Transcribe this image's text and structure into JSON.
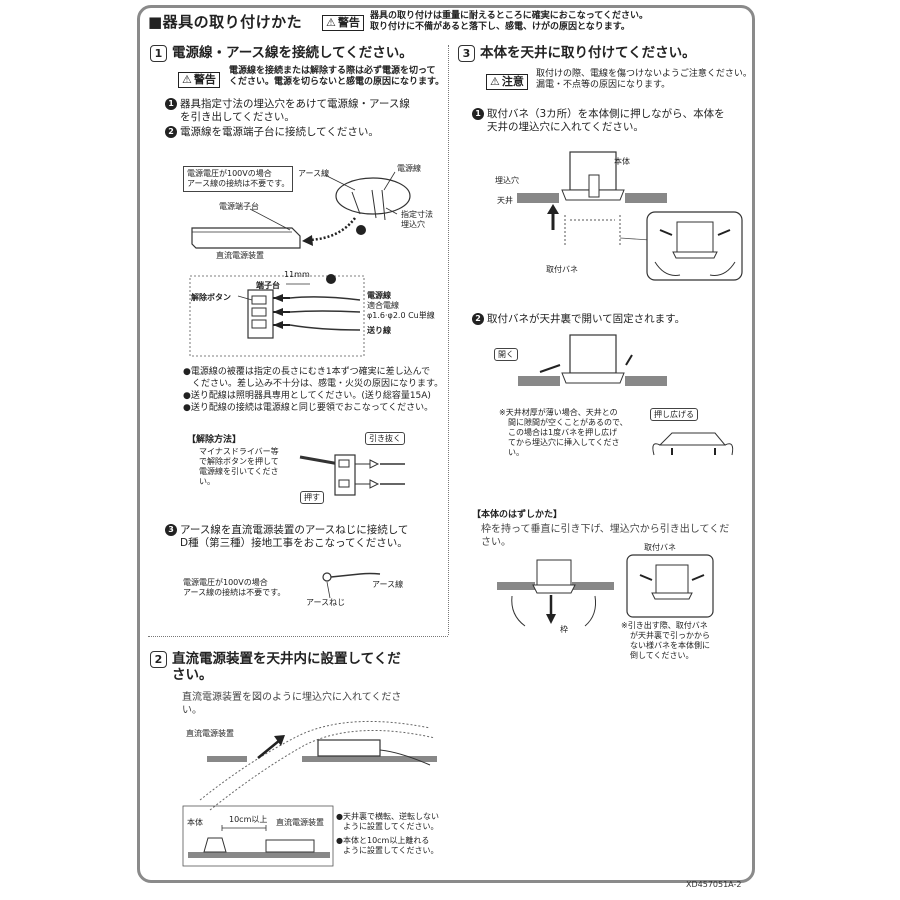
{
  "header": {
    "title": "■器具の取り付けかた",
    "badge": "警告",
    "text_line1": "器具の取り付けは重量に耐えるところに確実におこなってください。",
    "text_line2": "取り付けに不備があると落下し、感電、けがの原因となります。"
  },
  "section1": {
    "num": "1",
    "title": "電源線・アース線を接続してください。",
    "badge": "警告",
    "warn_line1": "電源線を接続または解除する際は必ず電源を切って",
    "warn_line2": "ください。電源を切らないと感電の原因になります。",
    "step1_num": "1",
    "step1_line1": "器具指定寸法の埋込穴をあけて電源線・アース線",
    "step1_line2": "を引き出してください。",
    "step2_num": "2",
    "step2_text": "電源線を電源端子台に接続してください。",
    "note100_line1": "電源電圧が100Vの場合",
    "note100_line2": "アース線の接続は不要です。",
    "label_earth_wire": "アース線",
    "label_power_wire": "電源線",
    "label_spec_hole_1": "指定寸法",
    "label_spec_hole_2": "埋込穴",
    "label_power_terminal": "電源端子台",
    "label_dc_device": "直流電源装置",
    "label_11mm": "11mm",
    "label_terminal": "端子台",
    "label_release_button": "解除ボタン",
    "label_power_wire2": "電源線",
    "label_wire_spec1": "適合電線",
    "label_wire_spec2": "φ1.6·φ2.0 Cu単線",
    "label_feed_wire": "送り線",
    "bullet1_line1": "●電源線の被覆は指定の長さにむき1本ずつ確実に差し込んで",
    "bullet1_line2": "ください。差し込み不十分は、感電・火災の原因になります。",
    "bullet2": "●送り配線は照明器具専用としてください。(送り総容量15A)",
    "bullet3": "●送り配線の接続は電源線と同じ要領でおこなってください。",
    "release_title": "【解除方法】",
    "release_line1": "マイナスドライバー等",
    "release_line2": "で解除ボタンを押して",
    "release_line3": "電源線を引いてくださ",
    "release_line4": "い。",
    "callout_pull": "引き抜く",
    "callout_push": "押す",
    "step3_num": "3",
    "step3_line1": "アース線を直流電源装置のアースねじに接続して",
    "step3_line2": "D種（第三種）接地工事をおこなってください。",
    "note100b_line1": "電源電圧が100Vの場合",
    "note100b_line2": "アース線の接続は不要です。",
    "label_earth_wire2": "アース線",
    "label_earth_screw": "アースねじ"
  },
  "section2": {
    "num": "2",
    "title_line1": "直流電源装置を天井内に設置してくだ",
    "title_line2": "さい。",
    "body_line1": "直流電源装置を図のように埋込穴に入れてくださ",
    "body_line2": "い。",
    "label_dc_device": "直流電源装置",
    "label_body": "本体",
    "label_10cm": "10cm以上",
    "label_dc_device2": "直流電源装置",
    "note1_line1": "●天井裏で横転、逆転しない",
    "note1_line2": "ように設置してください。",
    "note2_line1": "●本体と10cm以上離れる",
    "note2_line2": "ように設置してください。"
  },
  "section3": {
    "num": "3",
    "title": "本体を天井に取り付けてください。",
    "badge": "注意",
    "caution_line1": "取付けの際、電線を傷つけないようご注意ください。",
    "caution_line2": "漏電・不点等の原因になります。",
    "step1_num": "1",
    "step1_line1": "取付バネ（3カ所）を本体側に押しながら、本体を",
    "step1_line2": "天井の埋込穴に入れてください。",
    "label_body": "本体",
    "label_hole": "埋込穴",
    "label_ceiling": "天井",
    "label_spring": "取付バネ",
    "step2_num": "2",
    "step2_text": "取付バネが天井裏で開いて固定されます。",
    "callout_open": "開く",
    "note_thin_line1": "※天井材厚が薄い場合、天井との",
    "note_thin_line2": "間に隙間が空くことがあるので、",
    "note_thin_line3": "この場合は1度バネを押し広げ",
    "note_thin_line4": "てから埋込穴に挿入してくださ",
    "note_thin_line5": "い。",
    "callout_spread": "押し広げる",
    "remove_title": "【本体のはずしかた】",
    "remove_line1": "枠を持って垂直に引き下げ、埋込穴から引き出してくだ",
    "remove_line2": "さい。",
    "label_spring2": "取付バネ",
    "label_frame": "枠",
    "note_remove_line1": "※引き出す際、取付バネ",
    "note_remove_line2": "が天井裏で引っかから",
    "note_remove_line3": "ない様バネを本体側に",
    "note_remove_line4": "倒してください。"
  },
  "footer": {
    "code": "XD457051A-2"
  }
}
